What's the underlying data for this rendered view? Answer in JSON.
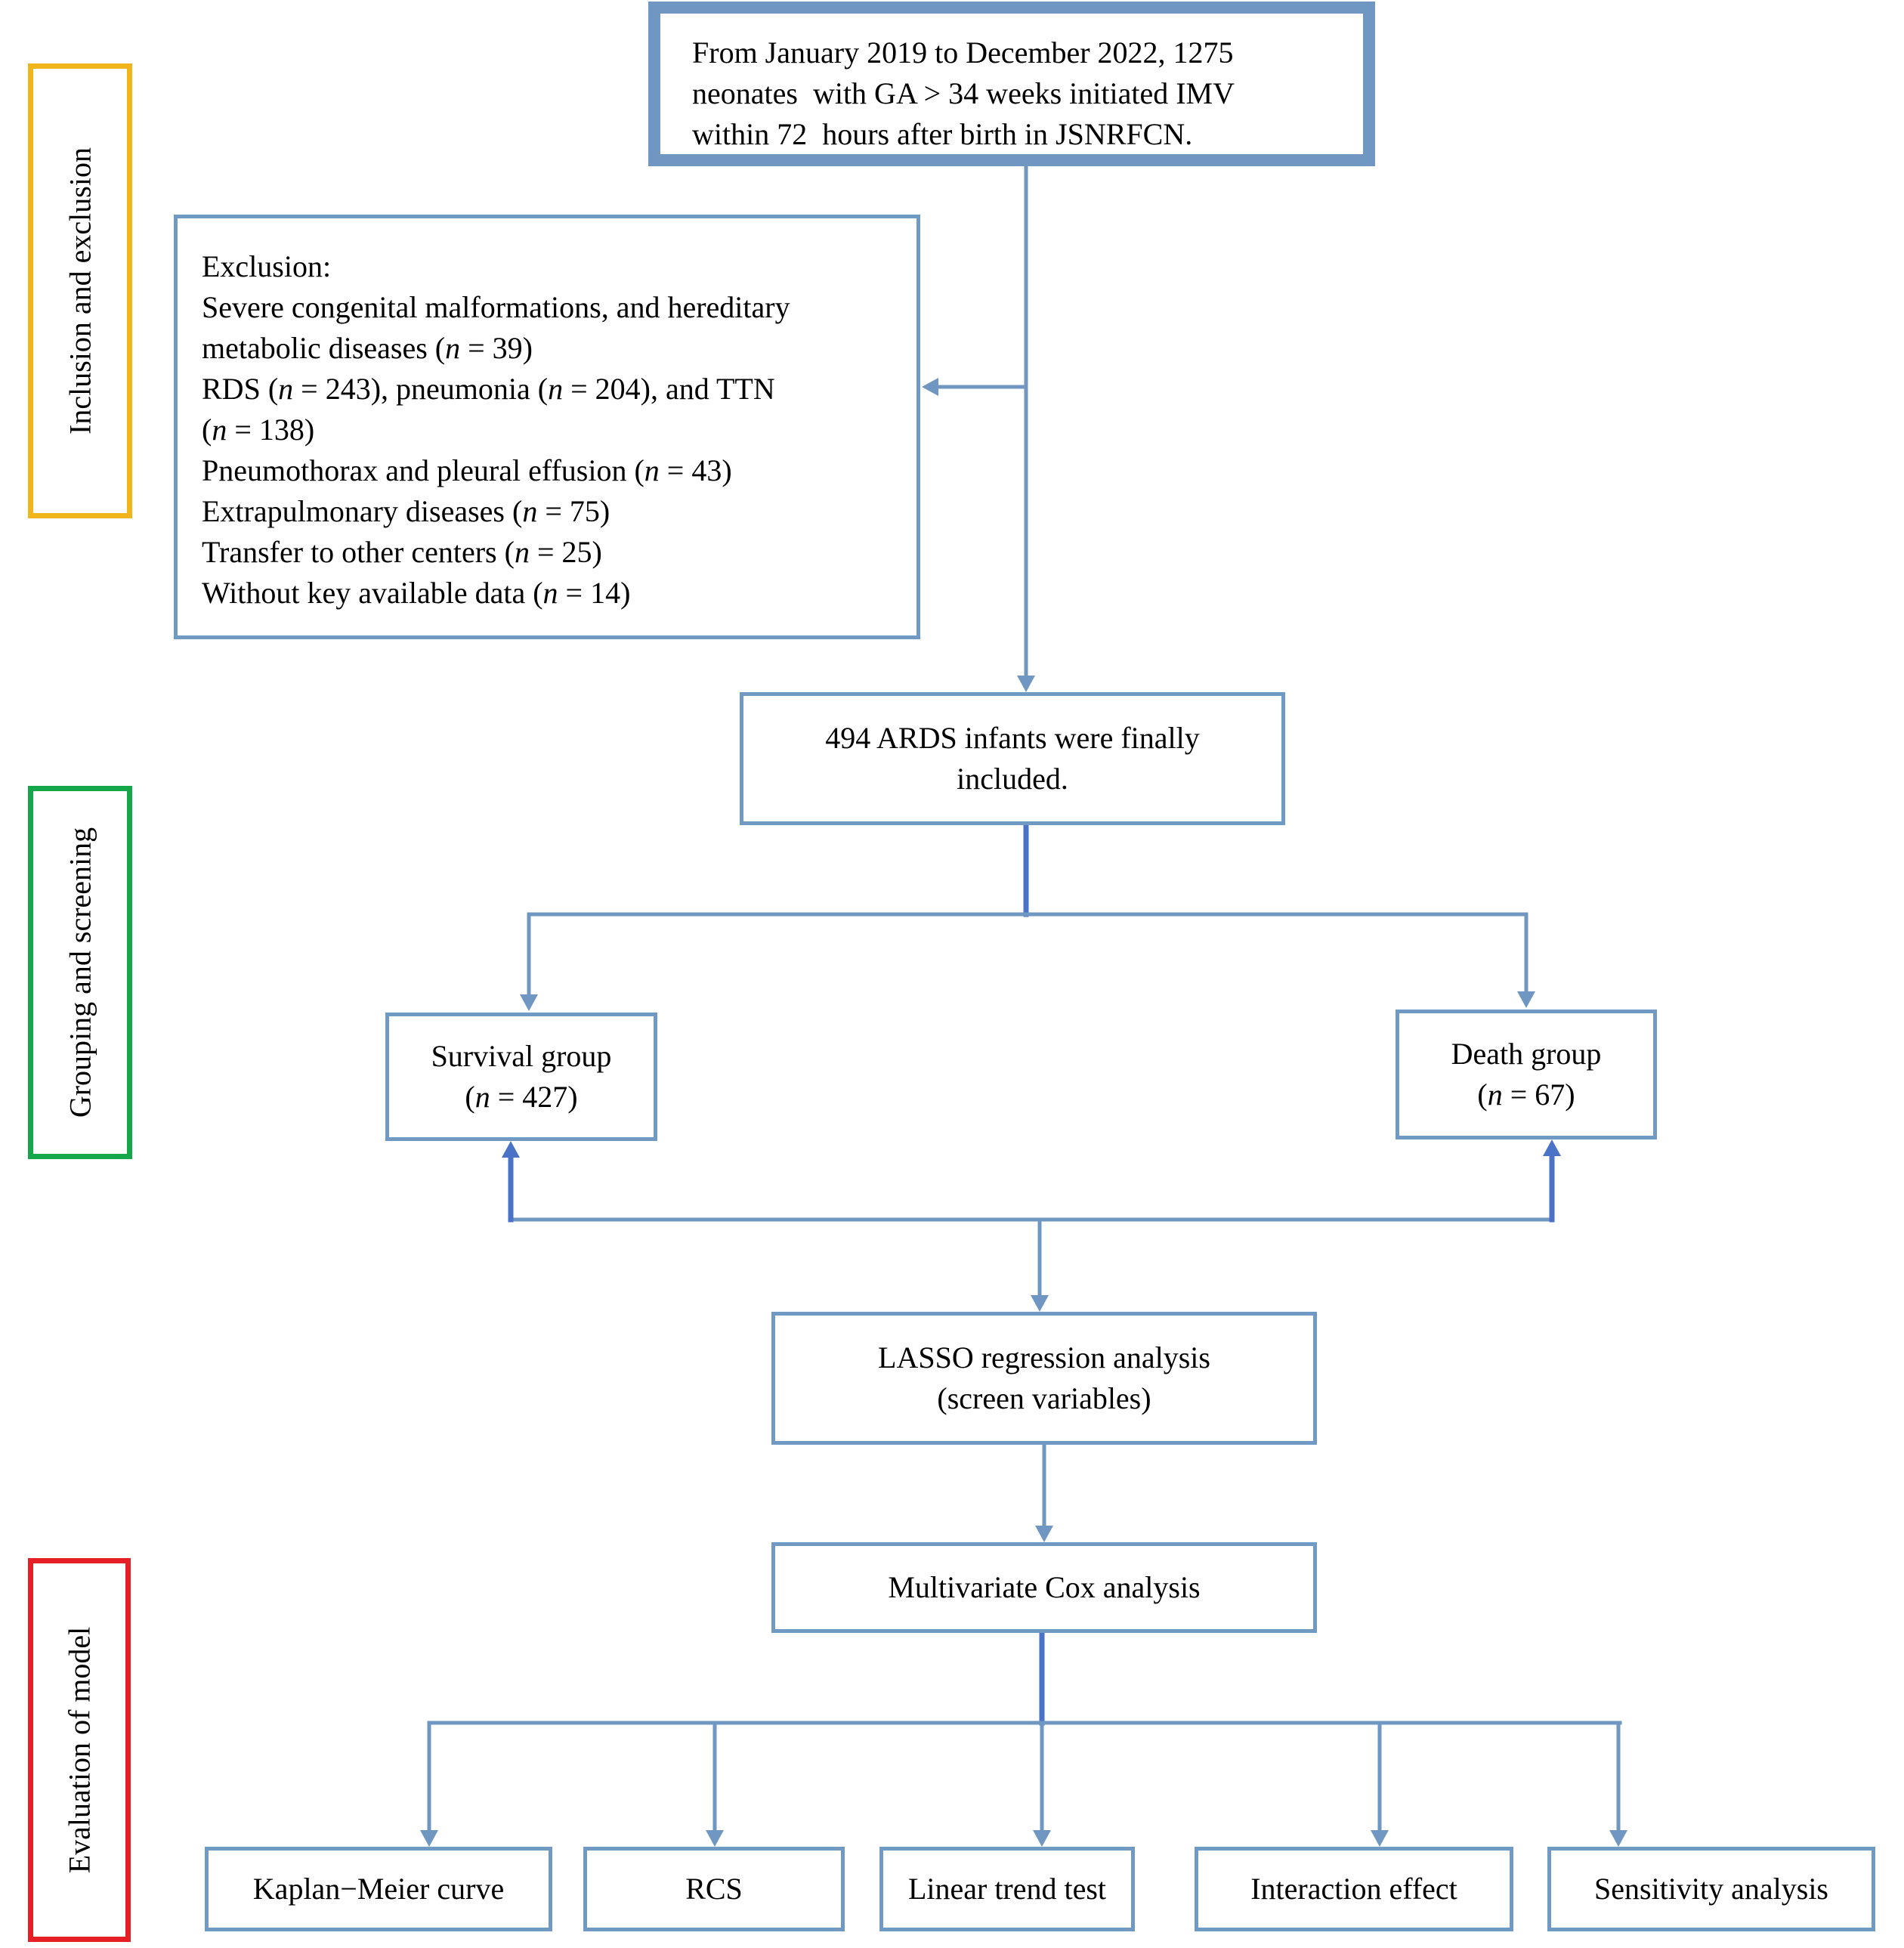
{
  "colors": {
    "box_border": "#7099c4",
    "arrow": "#6f97c2",
    "arrow_dark": "#4a73c7",
    "stage_inclusion": "#f0b51b",
    "stage_grouping": "#14a84b",
    "stage_evaluation": "#e41f25"
  },
  "stages": {
    "inclusion": "Inclusion and exclusion",
    "grouping": "Grouping and screening",
    "evaluation": "Evaluation of model"
  },
  "start_box": {
    "lines": [
      "From January 2019 to December 2022, 1275",
      "neonates  with GA > 34 weeks initiated IMV",
      "within 72  hours after birth in JSNRFCN."
    ]
  },
  "exclusion_box": {
    "heading": "Exclusion:",
    "line1": "Severe congenital malformations, and hereditary",
    "line2_pre": "metabolic diseases (",
    "line2_post": " = 39)",
    "line3_a": "RDS (",
    "line3_b": " = 243), pneumonia (",
    "line3_c": " = 204), and TTN",
    "line4_pre": "(",
    "line4_post": " = 138)",
    "line5_pre": "Pneumothorax and pleural effusion (",
    "line5_post": " = 43)",
    "line6_pre": "Extrapulmonary diseases (",
    "line6_post": " = 75)",
    "line7_pre": "Transfer to other centers (",
    "line7_post": " = 25)",
    "line8_pre": "Without key available data (",
    "line8_post": " = 14)",
    "n_symbol": "n"
  },
  "included_box": {
    "line1": "494 ARDS infants were finally",
    "line2": "included."
  },
  "survival_box": {
    "title": "Survival group",
    "count_pre": "(",
    "count_post": " = 427)"
  },
  "death_box": {
    "title": "Death group",
    "count_pre": "(",
    "count_post": " = 67)"
  },
  "lasso_box": {
    "line1": "LASSO regression analysis",
    "line2": "(screen variables)"
  },
  "cox_box": {
    "label": "Multivariate Cox analysis"
  },
  "eval_boxes": {
    "km": "Kaplan−Meier curve",
    "rcs": "RCS",
    "trend": "Linear trend test",
    "interaction": "Interaction effect",
    "sensitivity": "Sensitivity analysis"
  }
}
